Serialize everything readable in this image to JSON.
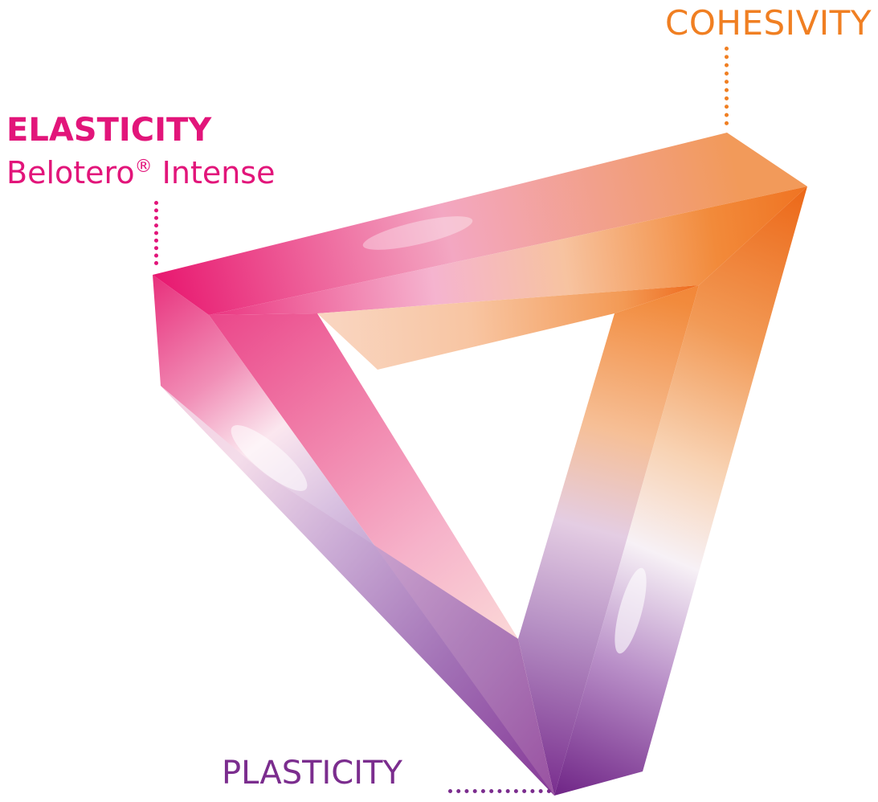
{
  "labels": {
    "cohesivity": "COHESIVITY",
    "elasticity_title": "ELASTICITY",
    "elasticity_sub_main": "Belotero",
    "elasticity_sub_reg": "®",
    "elasticity_sub_rest": " Intense",
    "plasticity": "PLASTICITY"
  },
  "colors": {
    "elasticity": "#e2157a",
    "cohesivity": "#f07f22",
    "plasticity": "#7b2d8e"
  }
}
